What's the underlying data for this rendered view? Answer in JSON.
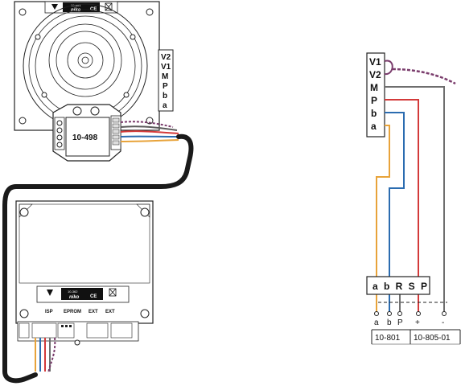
{
  "speaker_module": {
    "label_code": "10-801",
    "brand": "niko",
    "ce_mark": "CE",
    "terminal_labels": [
      "V2",
      "V1",
      "M",
      "P",
      "b",
      "a"
    ]
  },
  "connector_module": {
    "label": "10-498"
  },
  "control_unit": {
    "label_code": "10-362",
    "brand": "niko",
    "ce_mark": "CE",
    "port_labels": [
      "ISP",
      "EPROM",
      "EXT",
      "EXT"
    ]
  },
  "schematic": {
    "terminal_labels": [
      "V1",
      "V2",
      "M",
      "P",
      "b",
      "a"
    ],
    "bus_block_label": "a b R S P",
    "bottom_terminal_labels": [
      "a",
      "b",
      "P",
      "+",
      "-"
    ],
    "module_refs": [
      "10-801",
      "10-805-01"
    ]
  },
  "colors": {
    "wire_orange": "#e8a33a",
    "wire_blue": "#2b6cb0",
    "wire_red": "#d33a3a",
    "wire_gray": "#6e6e6e",
    "wire_purple": "#7a3c6c",
    "cable_black": "#1a1a1a"
  }
}
